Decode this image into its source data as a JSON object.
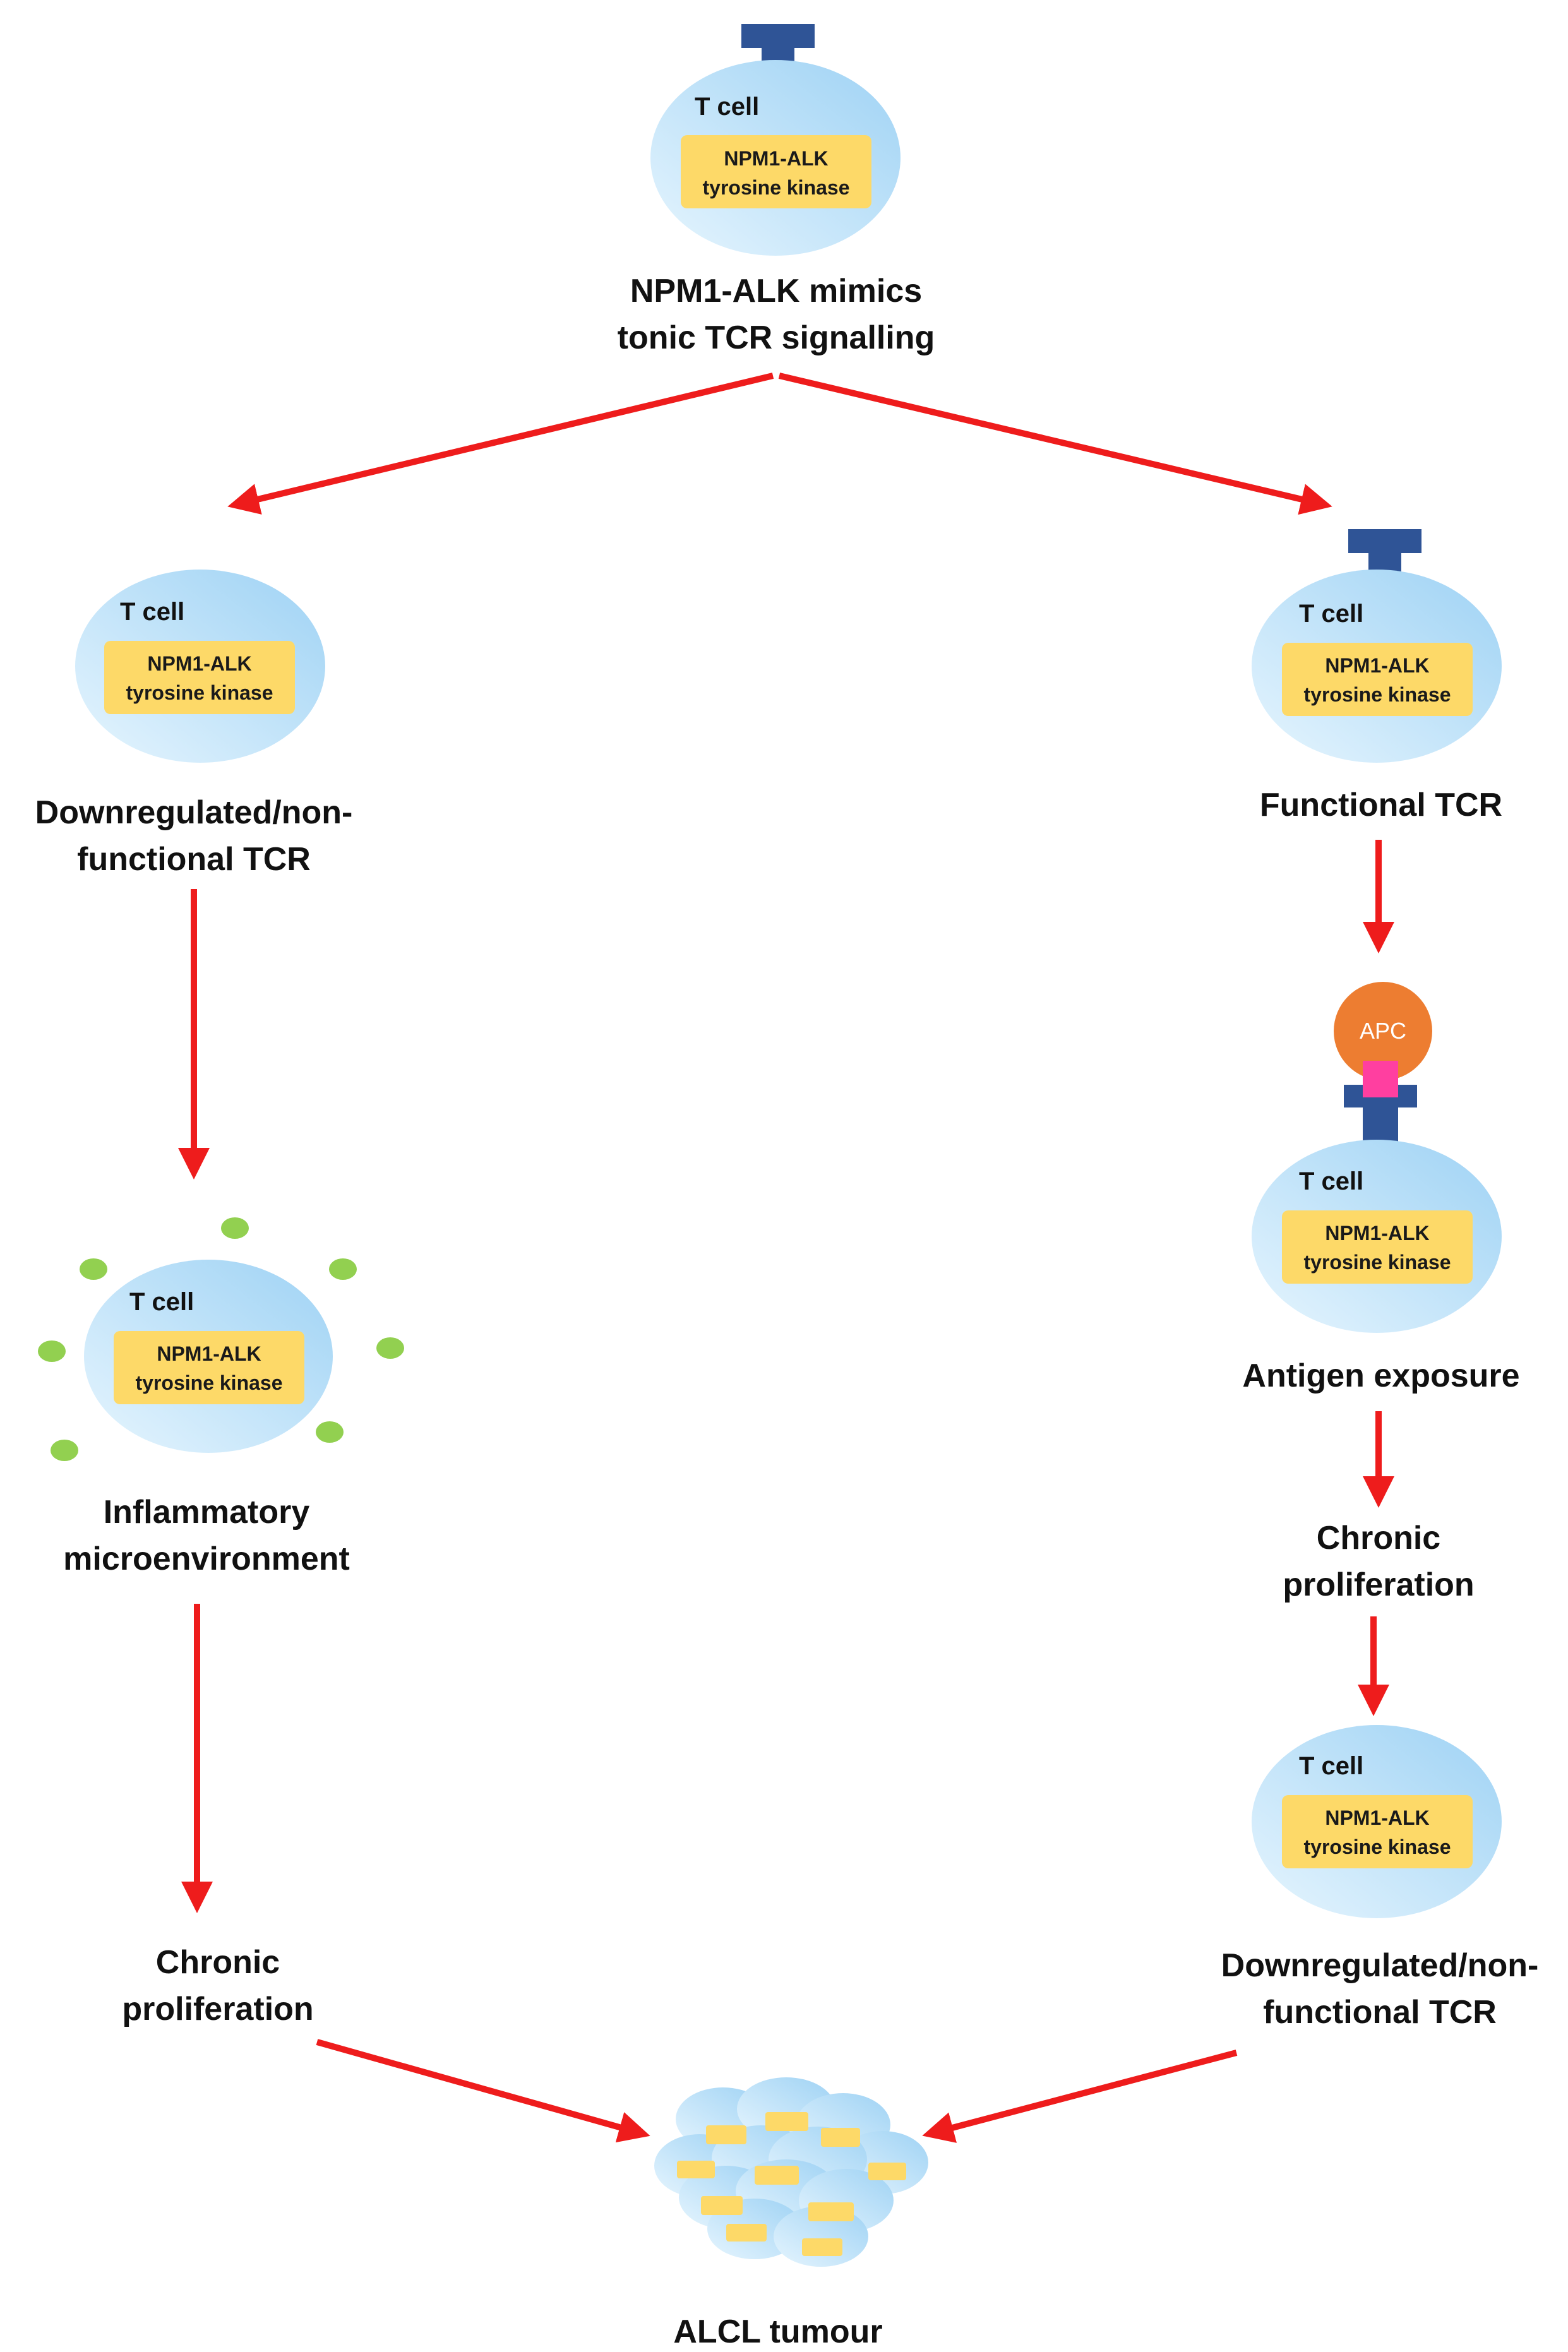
{
  "colors": {
    "arrow": "#ee1c1c",
    "cell_light": "#e3f3fd",
    "cell_dark": "#9fd3f5",
    "kinase_box": "#fdd968",
    "tcr": "#2f5496",
    "apc": "#ed7d31",
    "antigen": "#ff3fa0",
    "cytokine": "#92d050"
  },
  "cell": {
    "label": "T cell",
    "kinase_line1": "NPM1-ALK",
    "kinase_line2": "tyrosine kinase"
  },
  "top": {
    "caption_line1": "NPM1-ALK mimics",
    "caption_line2": "tonic TCR signalling"
  },
  "left": {
    "step1_line1": "Downregulated/non-",
    "step1_line2": "functional TCR",
    "step2_line1": "Inflammatory",
    "step2_line2": "microenvironment",
    "step3_line1": "Chronic",
    "step3_line2": "proliferation"
  },
  "right": {
    "step1": "Functional TCR",
    "apc_label": "APC",
    "step2": "Antigen exposure",
    "step3_line1": "Chronic",
    "step3_line2": "proliferation",
    "step4_line1": "Downregulated/non-",
    "step4_line2": "functional TCR"
  },
  "bottom": {
    "caption": "ALCL tumour"
  }
}
